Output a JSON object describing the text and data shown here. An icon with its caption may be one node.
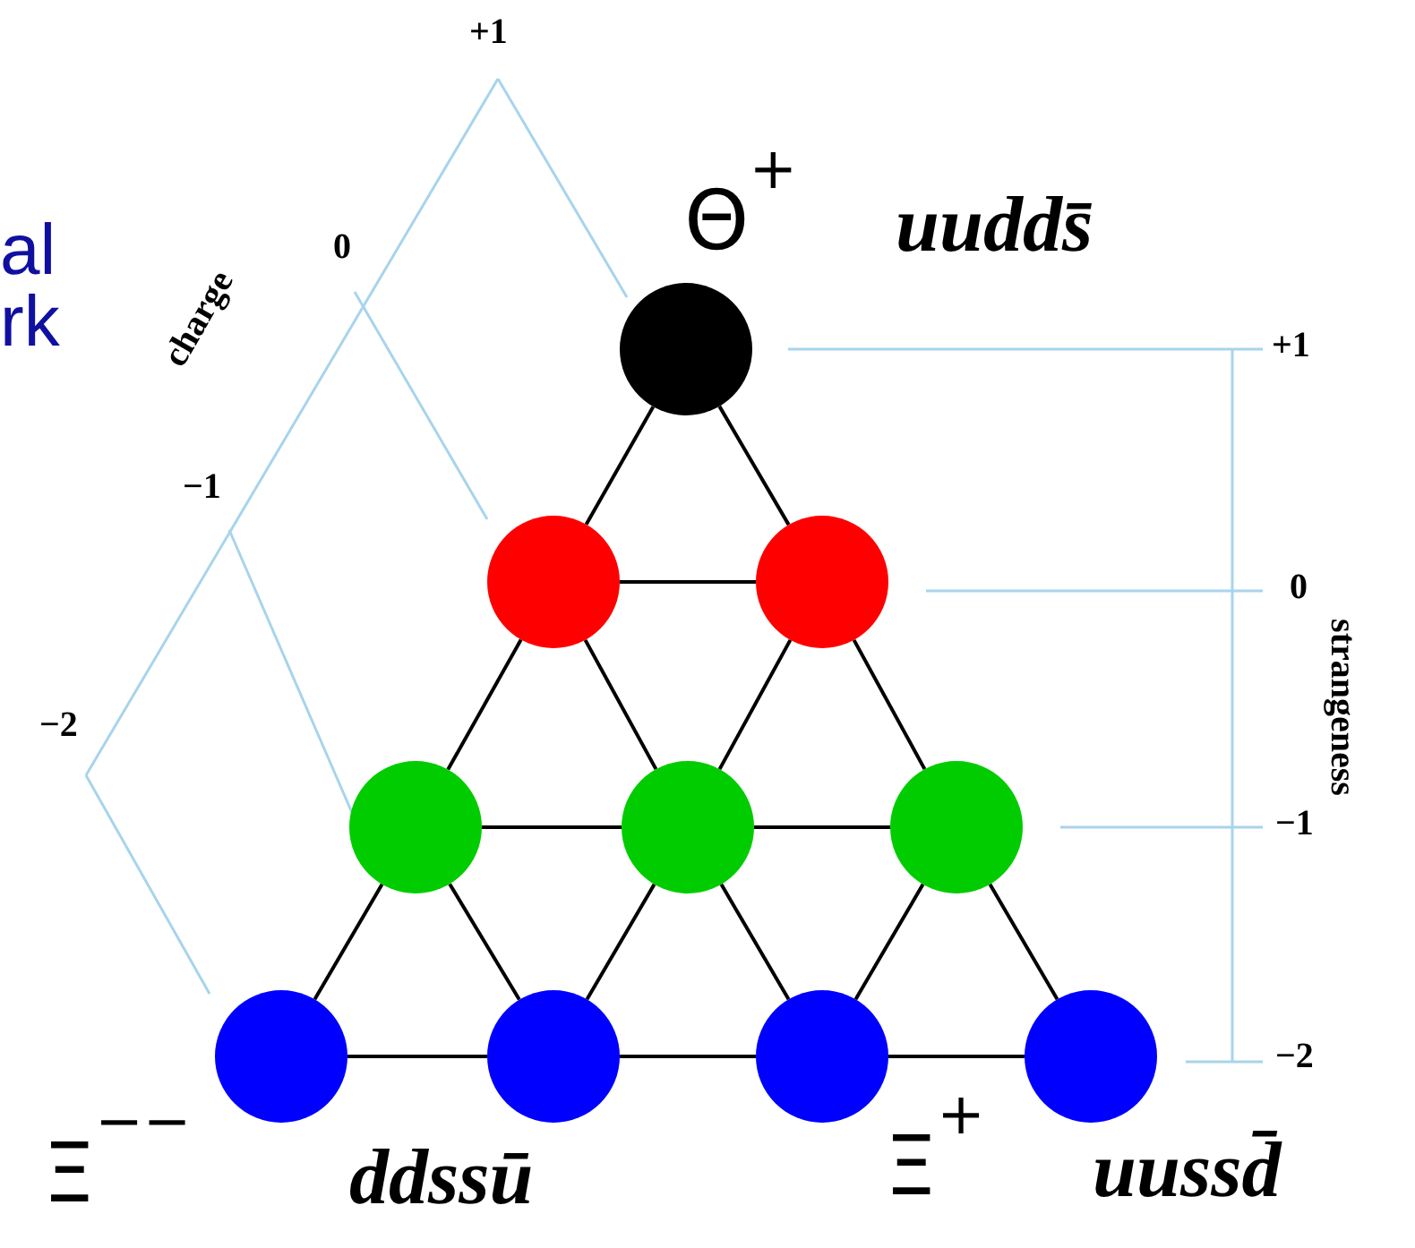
{
  "diagram": {
    "nodes": [
      {
        "text": [],
        "shape": "circle",
        "beside": [
          "Θ$^{+}$",
          "uudds̄"
        ]
      },
      {
        "text": [],
        "shape": "circle"
      },
      {
        "text": [],
        "shape": "circle"
      },
      {
        "text": [],
        "shape": "circle"
      },
      {
        "text": [],
        "shape": "circle"
      },
      {
        "text": [],
        "shape": "circle"
      },
      {
        "text": [],
        "shape": "circle",
        "beside": [
          "Ξ$^{−−}$",
          "ddssū"
        ]
      },
      {
        "text": [],
        "shape": "circle"
      },
      {
        "text": [],
        "shape": "circle"
      },
      {
        "text": [],
        "shape": "circle",
        "beside": [
          "Ξ$^{+}$",
          "uussd̄"
        ]
      }
    ],
    "edges": [
      {
        "from": 0,
        "to": 1,
        "arrow": "none"
      },
      {
        "from": 0,
        "to": 2,
        "arrow": "none"
      },
      {
        "from": 1,
        "to": 2,
        "arrow": "none"
      },
      {
        "from": 1,
        "to": 3,
        "arrow": "none"
      },
      {
        "from": 1,
        "to": 4,
        "arrow": "none"
      },
      {
        "from": 2,
        "to": 4,
        "arrow": "none"
      },
      {
        "from": 2,
        "to": 5,
        "arrow": "none"
      },
      {
        "from": 3,
        "to": 4,
        "arrow": "none"
      },
      {
        "from": 4,
        "to": 5,
        "arrow": "none"
      },
      {
        "from": 3,
        "to": 6,
        "arrow": "none"
      },
      {
        "from": 3,
        "to": 7,
        "arrow": "none"
      },
      {
        "from": 4,
        "to": 7,
        "arrow": "none"
      },
      {
        "from": 4,
        "to": 8,
        "arrow": "none"
      },
      {
        "from": 5,
        "to": 8,
        "arrow": "none"
      },
      {
        "from": 5,
        "to": 9,
        "arrow": "none"
      },
      {
        "from": 6,
        "to": 7,
        "arrow": "none"
      },
      {
        "from": 7,
        "to": 8,
        "arrow": "none"
      },
      {
        "from": 8,
        "to": 9,
        "arrow": "none"
      }
    ],
    "labels": [
      "al",
      "rk",
      "+1",
      "0",
      "−1",
      "−2",
      "charge",
      "+1",
      "0",
      "−1",
      "−2",
      "strangeness"
    ]
  }
}
